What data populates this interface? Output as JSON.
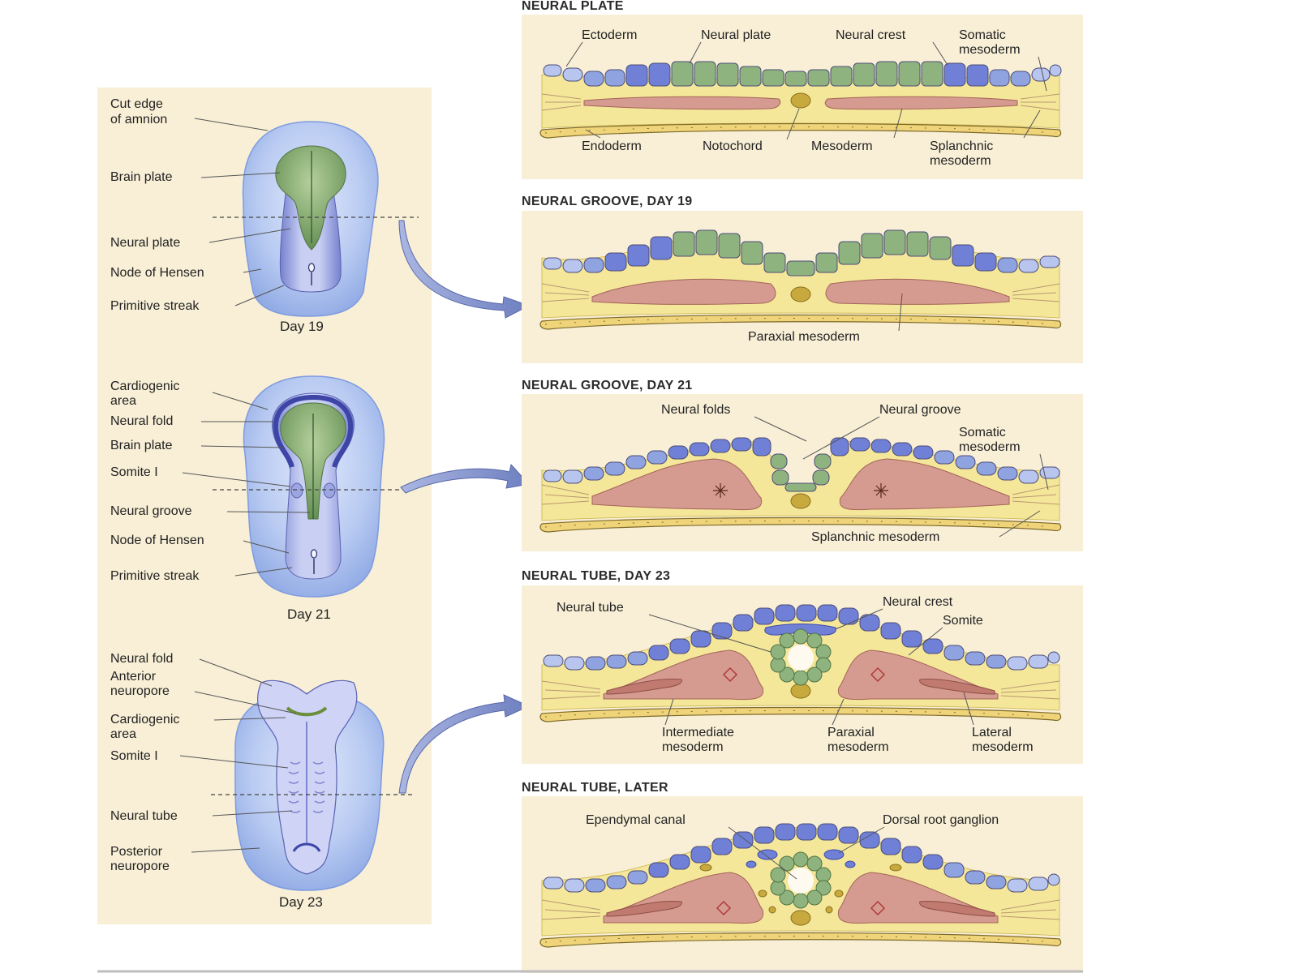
{
  "colors": {
    "panel_background": "#f8efd6",
    "ectoderm_blue": "#8fa3e0",
    "neural_green": "#8fb37f",
    "mesoderm_yellow": "#f5e79a",
    "paraxial_pink": "#d59a90",
    "amnion_blue": "#a9c3ee",
    "arrow_blue": "#7c8cc4"
  },
  "left": {
    "day19": {
      "caption": "Day 19",
      "labels": {
        "cut_edge_1": "Cut edge",
        "cut_edge_2": "of amnion",
        "brain_plate": "Brain plate",
        "neural_plate": "Neural plate",
        "node": "Node of Hensen",
        "streak": "Primitive streak"
      }
    },
    "day21": {
      "caption": "Day 21",
      "labels": {
        "cardio_1": "Cardiogenic",
        "cardio_2": "area",
        "neural_fold": "Neural fold",
        "brain_plate": "Brain plate",
        "somite": "Somite I",
        "groove": "Neural groove",
        "node": "Node of Hensen",
        "streak": "Primitive streak"
      }
    },
    "day23": {
      "caption": "Day 23",
      "labels": {
        "neural_fold": "Neural fold",
        "ant_1": "Anterior",
        "ant_2": "neuropore",
        "cardio_1": "Cardiogenic",
        "cardio_2": "area",
        "somite": "Somite I",
        "tube": "Neural tube",
        "post_1": "Posterior",
        "post_2": "neuropore"
      }
    }
  },
  "right": {
    "p1": {
      "title": "NEURAL PLATE",
      "labels": {
        "ectoderm": "Ectoderm",
        "neural_plate": "Neural plate",
        "neural_crest": "Neural crest",
        "somatic_1": "Somatic",
        "somatic_2": "mesoderm",
        "endoderm": "Endoderm",
        "notochord": "Notochord",
        "mesoderm": "Mesoderm",
        "splanchnic_1": "Splanchnic",
        "splanchnic_2": "mesoderm"
      }
    },
    "p2": {
      "title": "NEURAL GROOVE, DAY 19",
      "labels": {
        "paraxial": "Paraxial mesoderm"
      }
    },
    "p3": {
      "title": "NEURAL GROOVE, DAY 21",
      "labels": {
        "folds": "Neural folds",
        "groove": "Neural groove",
        "somatic_1": "Somatic",
        "somatic_2": "mesoderm",
        "splanchnic": "Splanchnic mesoderm"
      }
    },
    "p4": {
      "title": "NEURAL TUBE, DAY 23",
      "labels": {
        "tube": "Neural tube",
        "crest": "Neural crest",
        "somite": "Somite",
        "inter_1": "Intermediate",
        "inter_2": "mesoderm",
        "parax_1": "Paraxial",
        "parax_2": "mesoderm",
        "lat_1": "Lateral",
        "lat_2": "mesoderm"
      }
    },
    "p5": {
      "title": "NEURAL TUBE, LATER",
      "labels": {
        "ependymal": "Ependymal canal",
        "drg": "Dorsal root ganglion"
      }
    }
  }
}
